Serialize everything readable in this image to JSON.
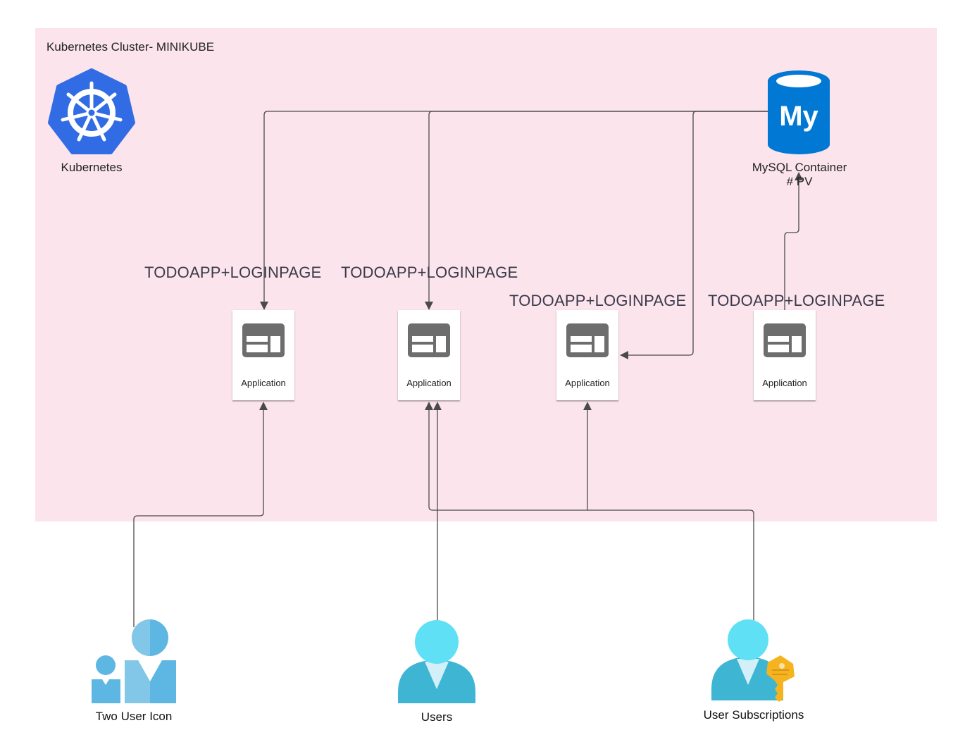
{
  "cluster": {
    "title": "Kubernetes Cluster- MINIKUBE",
    "background": "#fbe4ec"
  },
  "kubernetes": {
    "label": "Kubernetes",
    "icon": "kubernetes-helm-icon",
    "color": "#326ce5"
  },
  "mysql": {
    "label_line1": "MySQL Container",
    "label_line2": "# PV",
    "icon": "mysql-database-icon",
    "color": "#0078d4",
    "logo_text": "My"
  },
  "apps": [
    {
      "title": "TODOAPP+LOGINPAGE",
      "label": "Application"
    },
    {
      "title": "TODOAPP+LOGINPAGE",
      "label": "Application"
    },
    {
      "title": "TODOAPP+LOGINPAGE",
      "label": "Application"
    },
    {
      "title": "TODOAPP+LOGINPAGE",
      "label": "Application"
    }
  ],
  "users": [
    {
      "label": "Two User Icon",
      "icon": "two-user-icon"
    },
    {
      "label": "Users",
      "icon": "user-icon"
    },
    {
      "label": "User Subscriptions",
      "icon": "user-key-icon"
    }
  ]
}
